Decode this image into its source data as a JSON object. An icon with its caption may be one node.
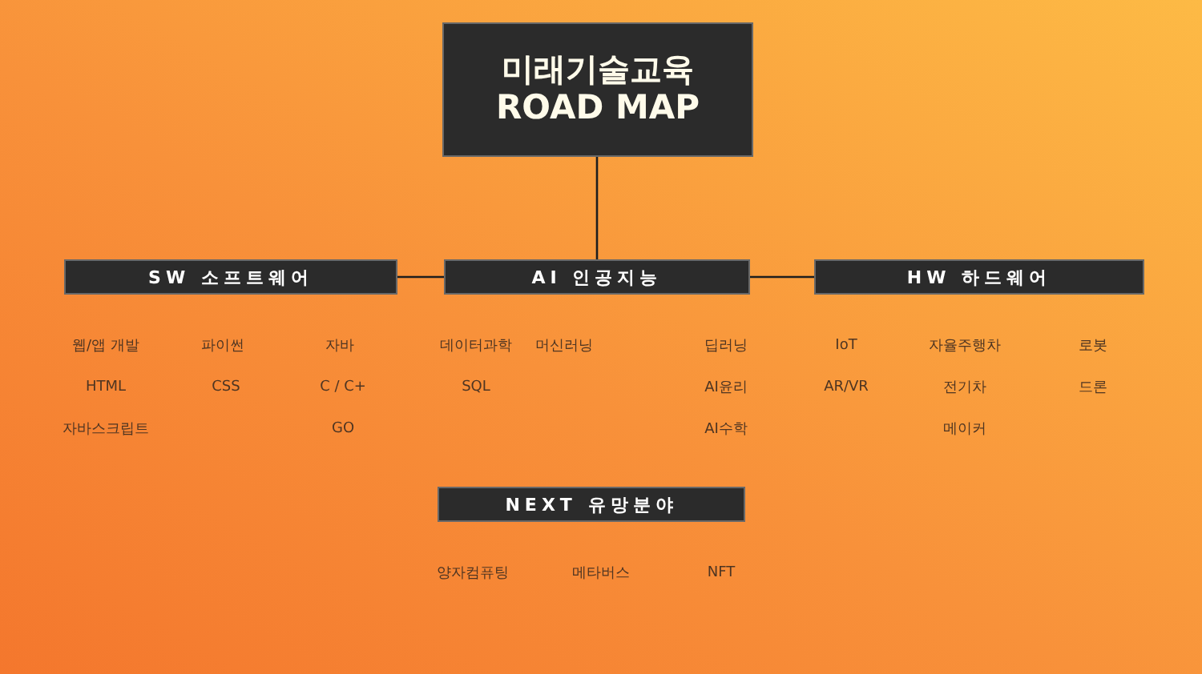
{
  "diagram": {
    "nodes": [
      {
        "text": [
          "미래기술교육",
          "ROAD MAP"
        ]
      },
      {
        "text": [
          "SW 소프트웨어"
        ]
      },
      {
        "text": [
          "AI 인공지능"
        ]
      },
      {
        "text": [
          "HW 하드웨어"
        ]
      },
      {
        "text": [
          "NEXT 유망분야"
        ]
      }
    ],
    "edges": [
      {
        "from": 0,
        "to": 2,
        "arrow": "none"
      },
      {
        "from": 2,
        "to": 1,
        "arrow": "none"
      },
      {
        "from": 2,
        "to": 3,
        "arrow": "none"
      }
    ],
    "labels": [
      "웹/앱 개발",
      "파이썬",
      "자바",
      "데이터과학",
      "머신러닝",
      "딥러닝",
      "IoT",
      "자율주행차",
      "로봇",
      "HTML",
      "CSS",
      "C / C+",
      "SQL",
      "AI윤리",
      "AR/VR",
      "전기차",
      "드론",
      "자바스크립트",
      "GO",
      "AI수학",
      "메이커",
      "양자컴퓨팅",
      "메타버스",
      "NFT"
    ]
  }
}
